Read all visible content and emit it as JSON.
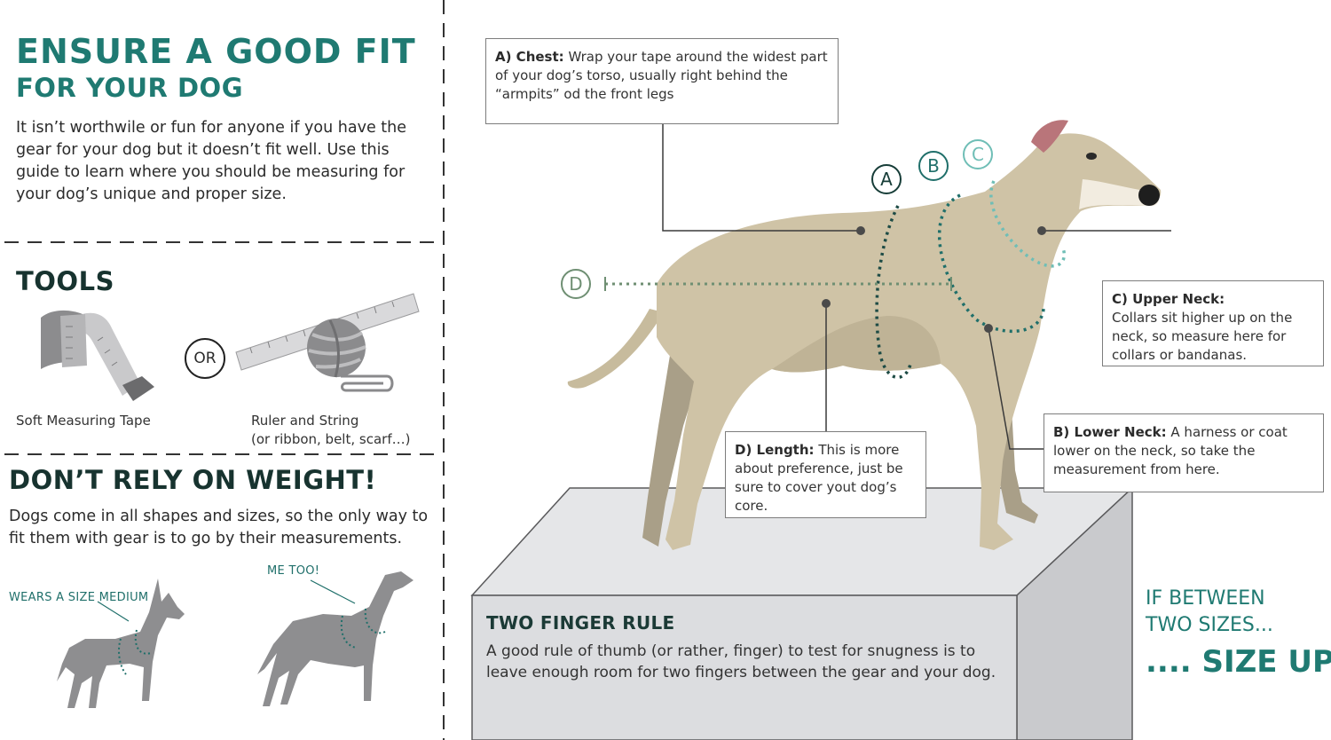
{
  "header": {
    "title": "ENSURE A GOOD FIT",
    "subtitle": "FOR YOUR DOG",
    "intro": "It isn’t worthwile or fun for anyone if you have the gear for your dog but it doesn’t fit well. Use this guide to learn where you should be measuring for your dog’s unique and proper size."
  },
  "tools": {
    "title": "TOOLS",
    "or_label": "OR",
    "tape_label": "Soft Measuring Tape",
    "ruler_label": "Ruler and String",
    "ruler_note": "(or ribbon, belt, scarf…)"
  },
  "weight": {
    "title": "DON’T RELY ON WEIGHT!",
    "text": "Dogs come in all shapes and sizes, so the only way to fit them with gear is to go by their measurements.",
    "caption_medium": "WEARS A SIZE MEDIUM",
    "caption_metoo": "ME TOO!"
  },
  "measurements": {
    "chest": {
      "letter": "A",
      "title": "A) Chest:",
      "text": "Wrap your tape around the widest part of your dog’s torso, usually right behind the “armpits” od the front legs"
    },
    "lower_neck": {
      "letter": "B",
      "title": "B) Lower Neck:",
      "text": "A harness or coat lower on the neck, so take the measurement from here."
    },
    "upper_neck": {
      "letter": "C",
      "title": "C) Upper Neck:",
      "text": "Collars sit higher up on the neck, so measure here for collars or bandanas."
    },
    "length": {
      "letter": "D",
      "title": "D) Length:",
      "text": "This is more about preference, just be sure to cover yout dog’s core."
    }
  },
  "rule": {
    "title": "TWO FINGER RULE",
    "text": "A good rule of thumb (or rather, finger) to test for snugness is to leave enough room for two fingers between the gear and your dog."
  },
  "sizing": {
    "between": "IF BETWEEN TWO SIZES...",
    "sizeup": ".... SIZE UP!"
  },
  "colors": {
    "accent": "#1f7a72",
    "dark": "#17332f",
    "dog": "#cfc3a6",
    "box": "#dcdde0",
    "silhouette": "#8e8e90"
  },
  "icons": [
    "measuring-tape-icon",
    "ruler-icon",
    "yarn-ball-icon",
    "paperclip-icon",
    "dog-illustration",
    "dog-silhouette-icon"
  ]
}
